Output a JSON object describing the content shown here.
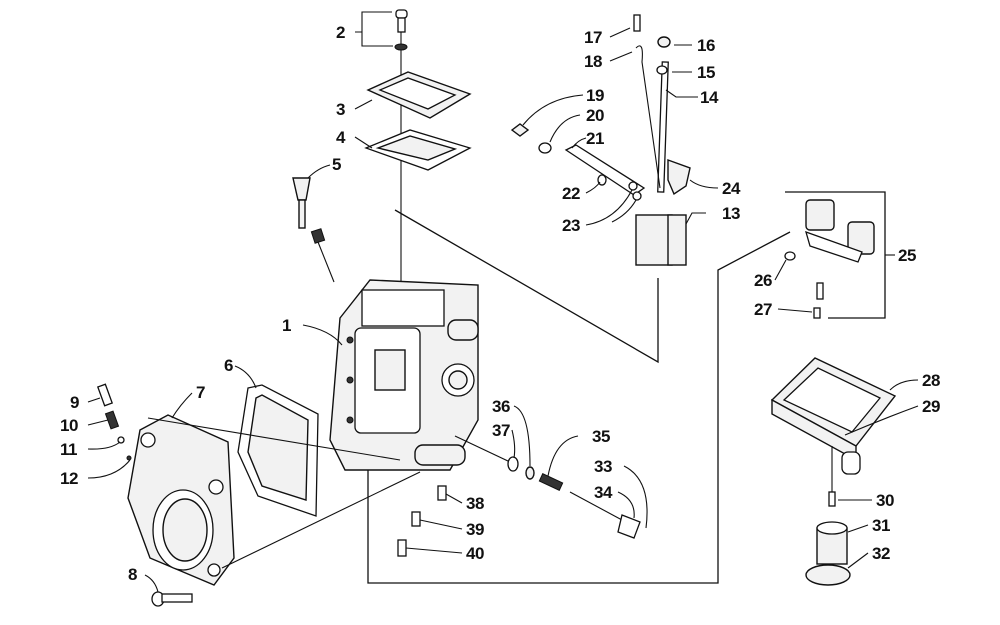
{
  "diagram": {
    "callouts": [
      {
        "id": "c1",
        "label": "1"
      },
      {
        "id": "c2",
        "label": "2"
      },
      {
        "id": "c3",
        "label": "3"
      },
      {
        "id": "c4",
        "label": "4"
      },
      {
        "id": "c5",
        "label": "5"
      },
      {
        "id": "c6",
        "label": "6"
      },
      {
        "id": "c7",
        "label": "7"
      },
      {
        "id": "c8",
        "label": "8"
      },
      {
        "id": "c9",
        "label": "9"
      },
      {
        "id": "c10",
        "label": "10"
      },
      {
        "id": "c11",
        "label": "11"
      },
      {
        "id": "c12",
        "label": "12"
      },
      {
        "id": "c13",
        "label": "13"
      },
      {
        "id": "c14",
        "label": "14"
      },
      {
        "id": "c15",
        "label": "15"
      },
      {
        "id": "c16",
        "label": "16"
      },
      {
        "id": "c17",
        "label": "17"
      },
      {
        "id": "c18",
        "label": "18"
      },
      {
        "id": "c19",
        "label": "19"
      },
      {
        "id": "c20",
        "label": "20"
      },
      {
        "id": "c21",
        "label": "21"
      },
      {
        "id": "c22",
        "label": "22"
      },
      {
        "id": "c23",
        "label": "23"
      },
      {
        "id": "c24",
        "label": "24"
      },
      {
        "id": "c25",
        "label": "25"
      },
      {
        "id": "c26",
        "label": "26"
      },
      {
        "id": "c27",
        "label": "27"
      },
      {
        "id": "c28",
        "label": "28"
      },
      {
        "id": "c29",
        "label": "29"
      },
      {
        "id": "c30",
        "label": "30"
      },
      {
        "id": "c31",
        "label": "31"
      },
      {
        "id": "c32",
        "label": "32"
      },
      {
        "id": "c33",
        "label": "33"
      },
      {
        "id": "c34",
        "label": "34"
      },
      {
        "id": "c35",
        "label": "35"
      },
      {
        "id": "c36",
        "label": "36"
      },
      {
        "id": "c37",
        "label": "37"
      },
      {
        "id": "c38",
        "label": "38"
      },
      {
        "id": "c39",
        "label": "39"
      },
      {
        "id": "c40",
        "label": "40"
      }
    ]
  }
}
